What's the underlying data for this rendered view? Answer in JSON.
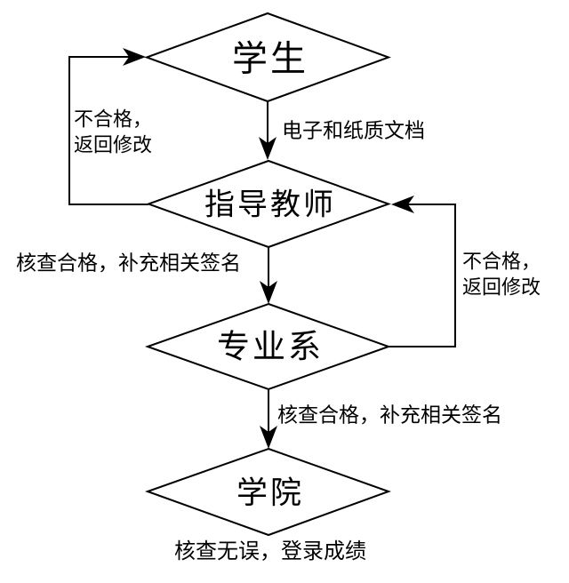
{
  "flowchart": {
    "nodes": {
      "student": "学生",
      "advisor": "指导教师",
      "department": "专业系",
      "college": "学院"
    },
    "edge_labels": {
      "student_to_advisor": "电子和纸质文档",
      "advisor_to_department": "核查合格，补充相关签名",
      "department_to_college": "核查合格，补充相关签名",
      "advisor_return_line1": "不合格，",
      "advisor_return_line2": "返回修改",
      "department_return_line1": "不合格，",
      "department_return_line2": "返回修改",
      "final_outcome": "核查无误，登录成绩"
    },
    "colors": {
      "line": "#000000",
      "background": "#ffffff",
      "text": "#000000"
    }
  }
}
